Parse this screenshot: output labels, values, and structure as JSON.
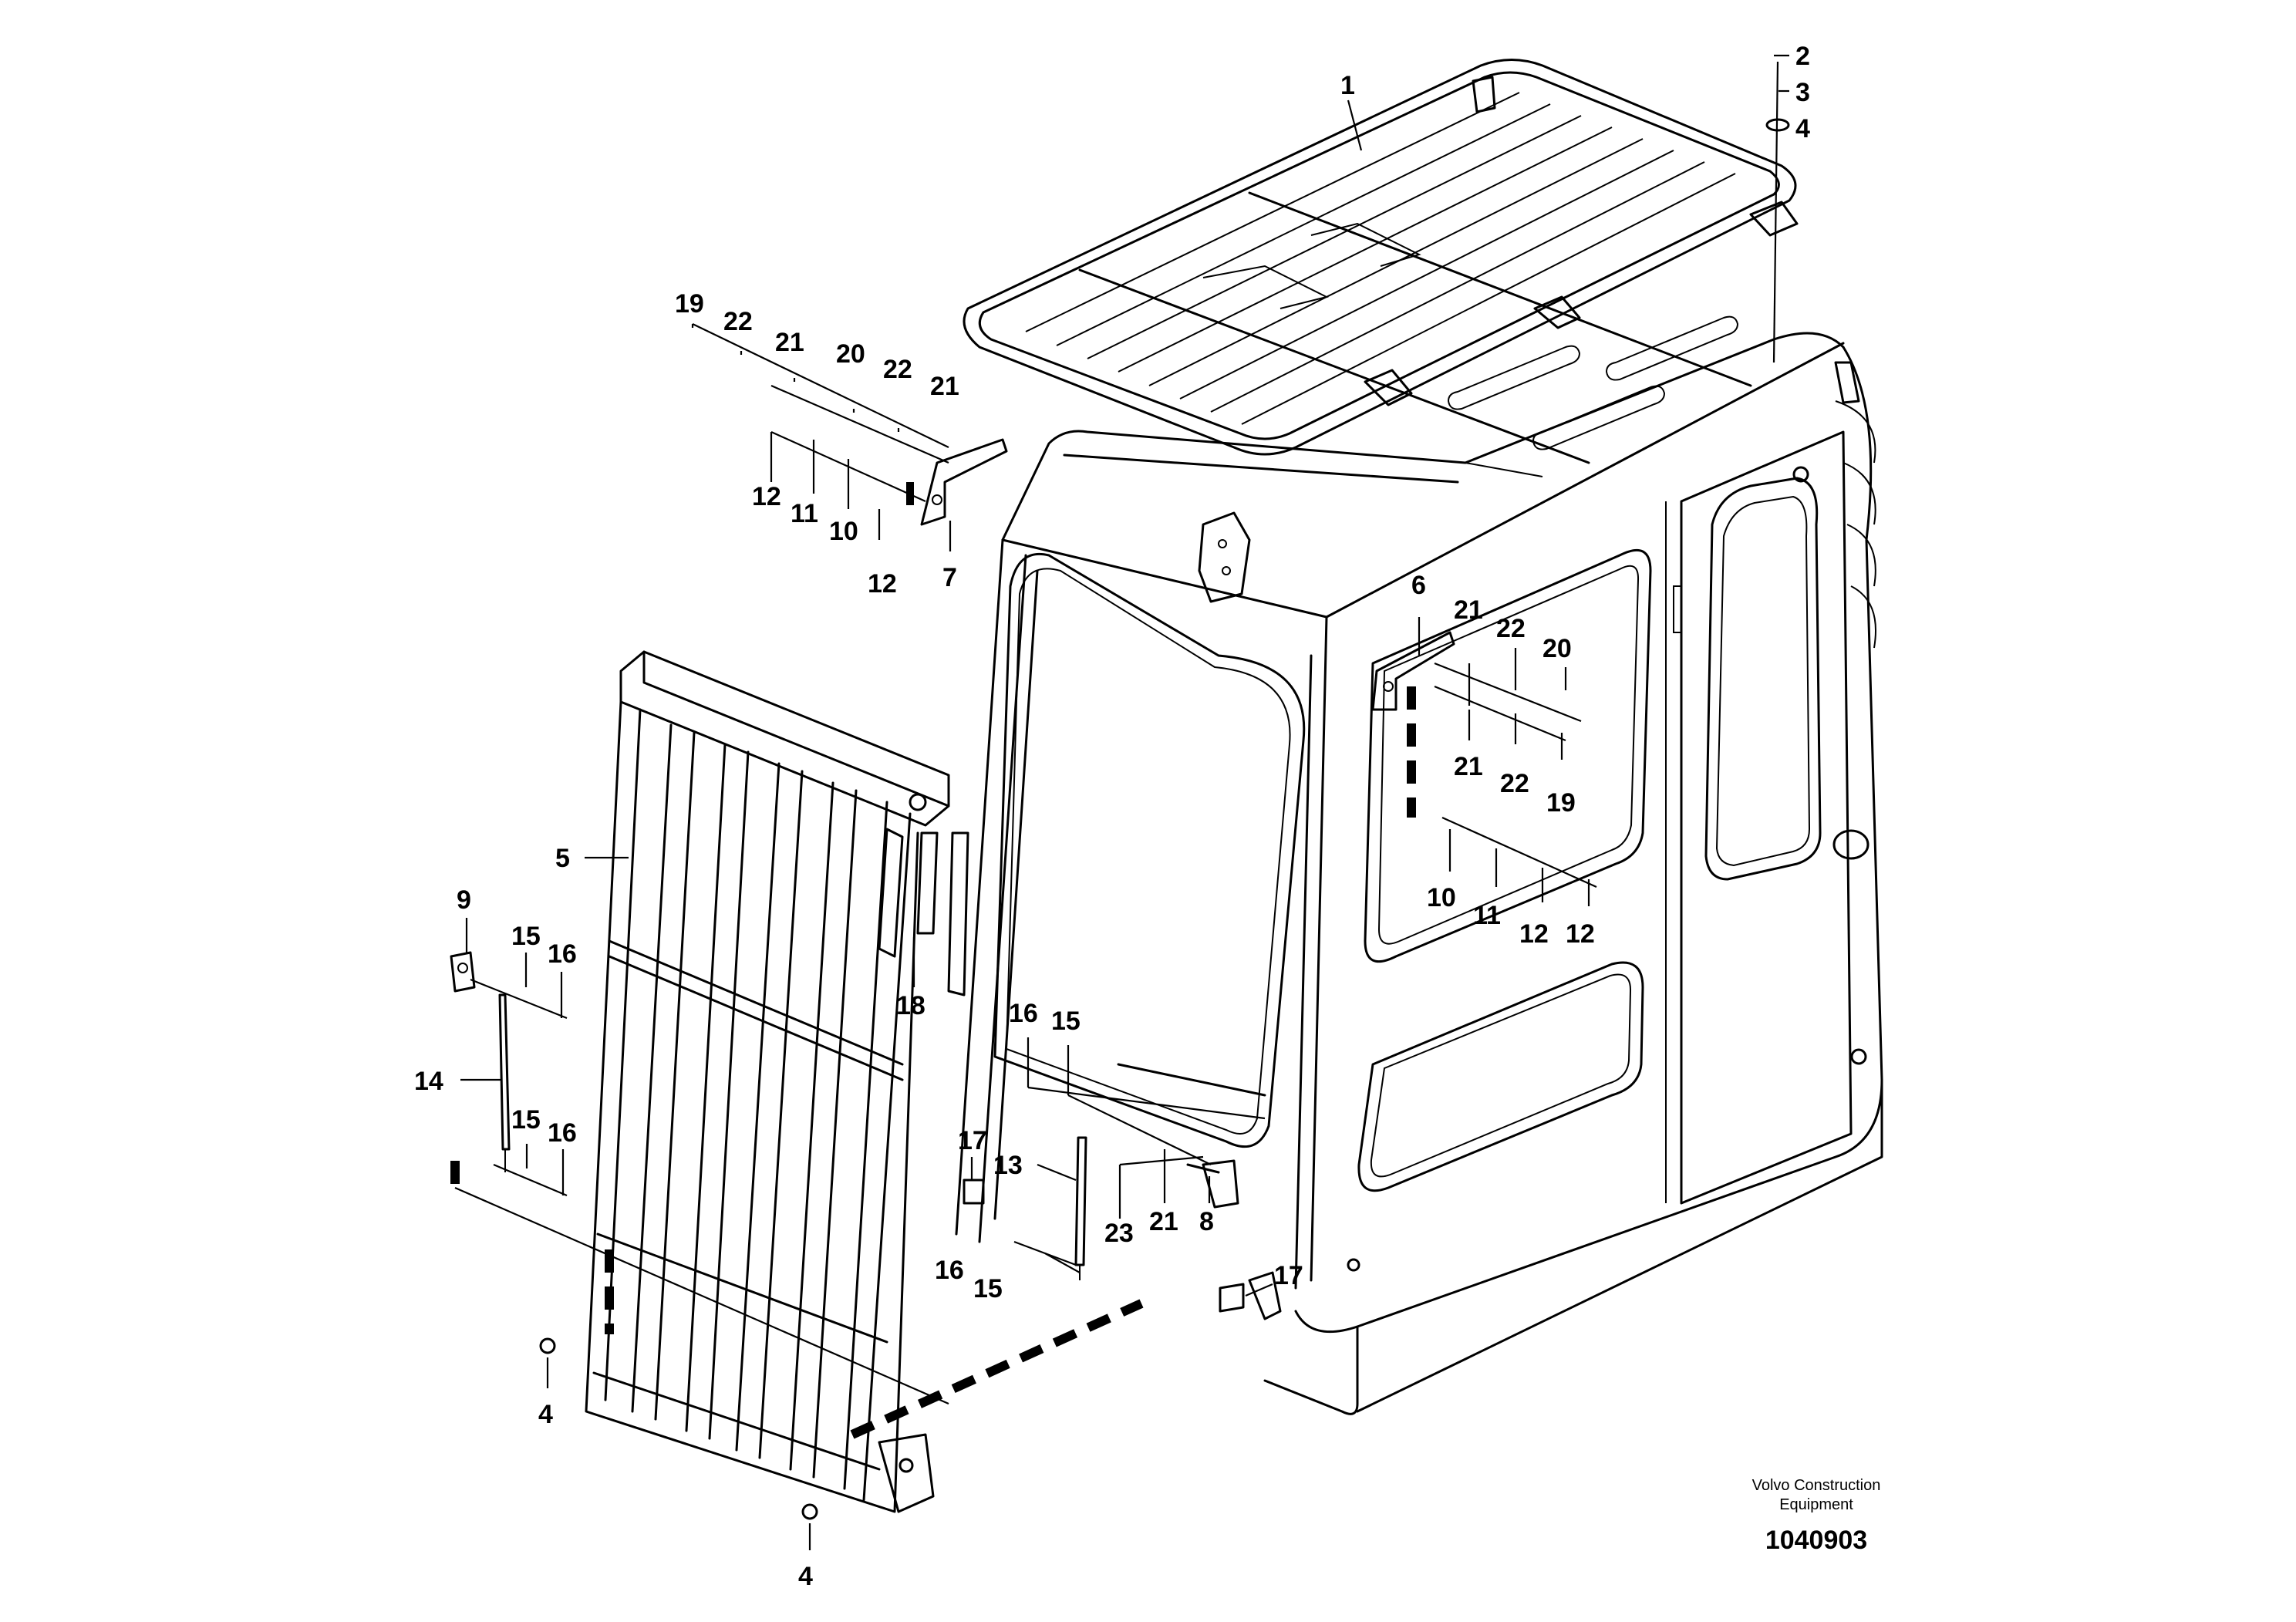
{
  "diagram": {
    "type": "exploded-parts-view",
    "callouts": {
      "p1": "1",
      "p2": "2",
      "p3": "3",
      "p4a": "4",
      "p19a": "19",
      "p22a": "22",
      "p21a": "21",
      "p20a": "20",
      "p22b": "22",
      "p21b": "21",
      "p12a": "12",
      "p11a": "11",
      "p10a": "10",
      "p12b": "12",
      "p7": "7",
      "p6": "6",
      "p21c": "21",
      "p22c": "22",
      "p20b": "20",
      "p21d": "21",
      "p22d": "22",
      "p19b": "19",
      "p10b": "10",
      "p11b": "11",
      "p12c": "12",
      "p12d": "12",
      "p5": "5",
      "p9": "9",
      "p15a": "15",
      "p16a": "16",
      "p18": "18",
      "p14": "14",
      "p15b": "15",
      "p16b": "16",
      "p16c": "16",
      "p15c": "15",
      "p17a": "17",
      "p13": "13",
      "p23": "23",
      "p21e": "21",
      "p8": "8",
      "p16d": "16",
      "p15d": "15",
      "p17b": "17",
      "p4b": "4",
      "p4c": "4"
    },
    "brand_line1": "Volvo Construction",
    "brand_line2": "Equipment",
    "document_number": "1040903"
  }
}
